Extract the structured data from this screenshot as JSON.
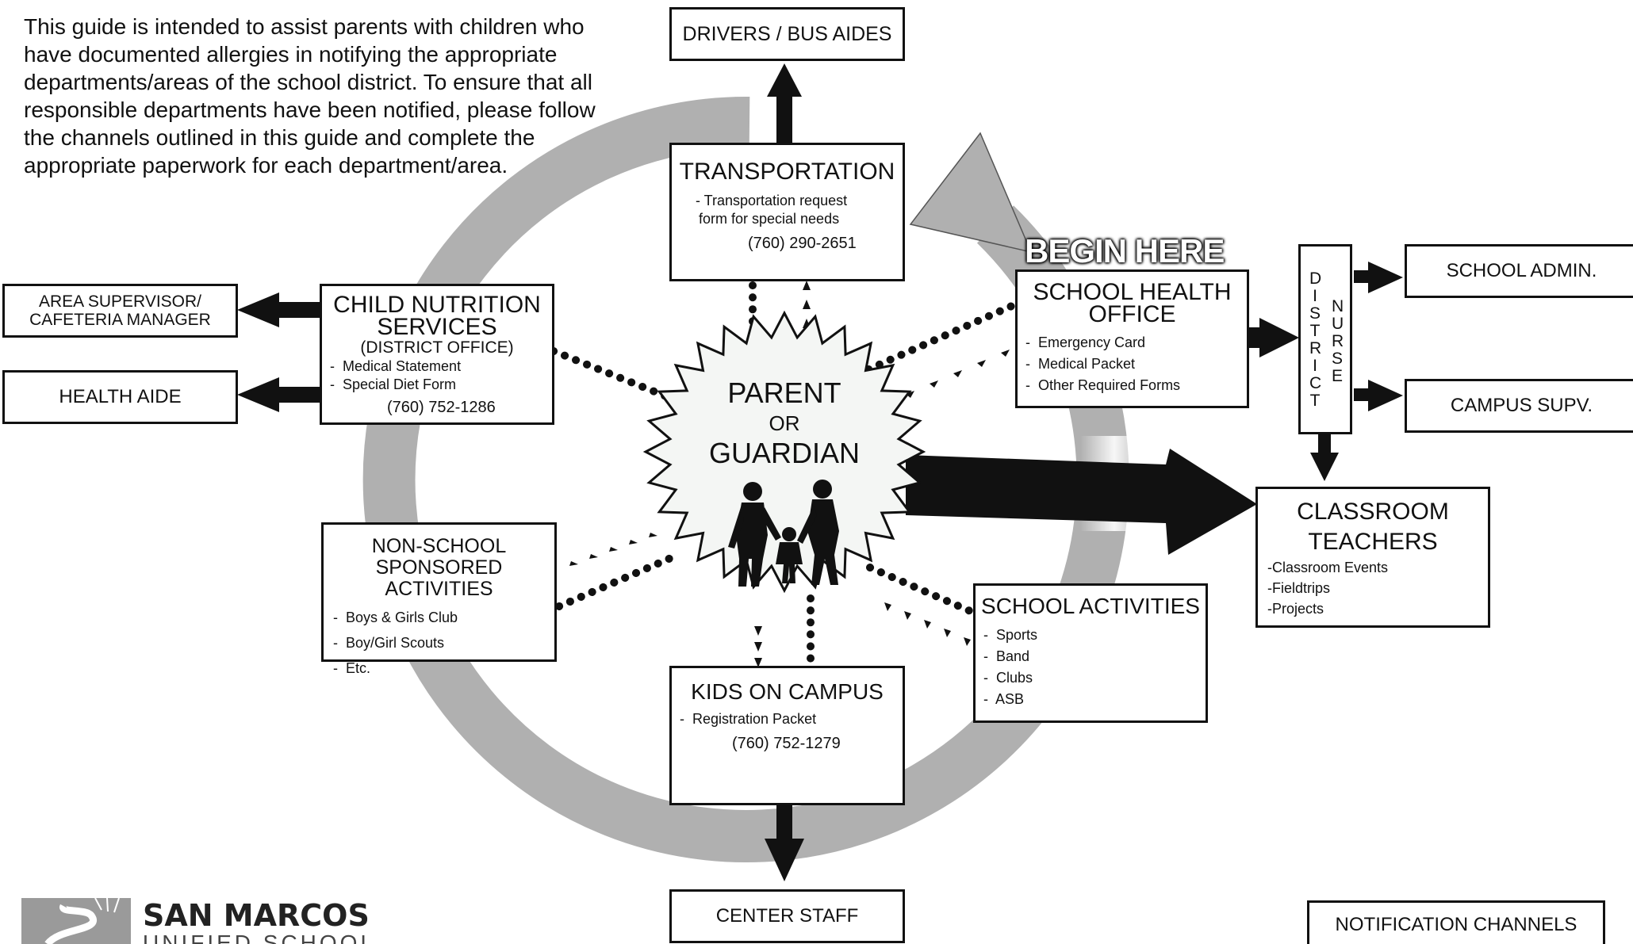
{
  "intro": "This guide is intended to assist parents with children who have documented allergies in notifying the appropriate departments/areas of the school district.  To ensure that all responsible departments have been notified, please follow the channels outlined in this guide and complete the appropriate paperwork for each department/area.",
  "center": {
    "line1": "PARENT",
    "line2": "OR",
    "line3": "GUARDIAN"
  },
  "begin_here": "BEGIN HERE",
  "drivers": "DRIVERS / BUS AIDES",
  "transportation": {
    "title": "TRANSPORTATION",
    "item_line1": "-  Transportation request",
    "item_line2": "form for special needs",
    "phone": "(760) 290-2651"
  },
  "health_office": {
    "title_line1": "SCHOOL HEALTH",
    "title_line2": "OFFICE",
    "items": [
      "Emergency Card",
      "Medical Packet",
      "Other Required Forms"
    ]
  },
  "district_nurse": {
    "word1": "DISTRICT",
    "word2": "NURSE"
  },
  "school_admin": "SCHOOL ADMIN.",
  "campus_supv": "CAMPUS SUPV.",
  "classroom": {
    "title_line1": "CLASSROOM",
    "title_line2": "TEACHERS",
    "items": [
      "-Classroom Events",
      "-Fieldtrips",
      "-Projects"
    ]
  },
  "nutrition": {
    "title_line1": "CHILD NUTRITION",
    "title_line2": "SERVICES",
    "subtitle": "(DISTRICT OFFICE)",
    "items": [
      "Medical Statement",
      "Special Diet Form"
    ],
    "phone": "(760) 752-1286"
  },
  "area_supervisor": {
    "line1": "AREA SUPERVISOR/",
    "line2": "CAFETERIA MANAGER"
  },
  "health_aide": "HEALTH AIDE",
  "non_school": {
    "title_line1": "NON-SCHOOL",
    "title_line2": "SPONSORED ACTIVITIES",
    "items": [
      "Boys & Girls Club",
      "Boy/Girl Scouts",
      "Etc."
    ]
  },
  "school_activities": {
    "title": "SCHOOL ACTIVITIES",
    "items": [
      "Sports",
      "Band",
      "Clubs",
      "ASB"
    ]
  },
  "kids_on_campus": {
    "title": "KIDS ON CAMPUS",
    "item": "Registration Packet",
    "phone": "(760) 752-1279"
  },
  "center_staff": "CENTER STAFF",
  "notification": "NOTIFICATION CHANNELS",
  "logo": {
    "line1": "SAN MARCOS",
    "line2": "UNIFIED SCHOOL DISTRICT"
  },
  "colors": {
    "ring": "#b0b0b0",
    "ink": "#111111",
    "paper": "#ffffff"
  }
}
